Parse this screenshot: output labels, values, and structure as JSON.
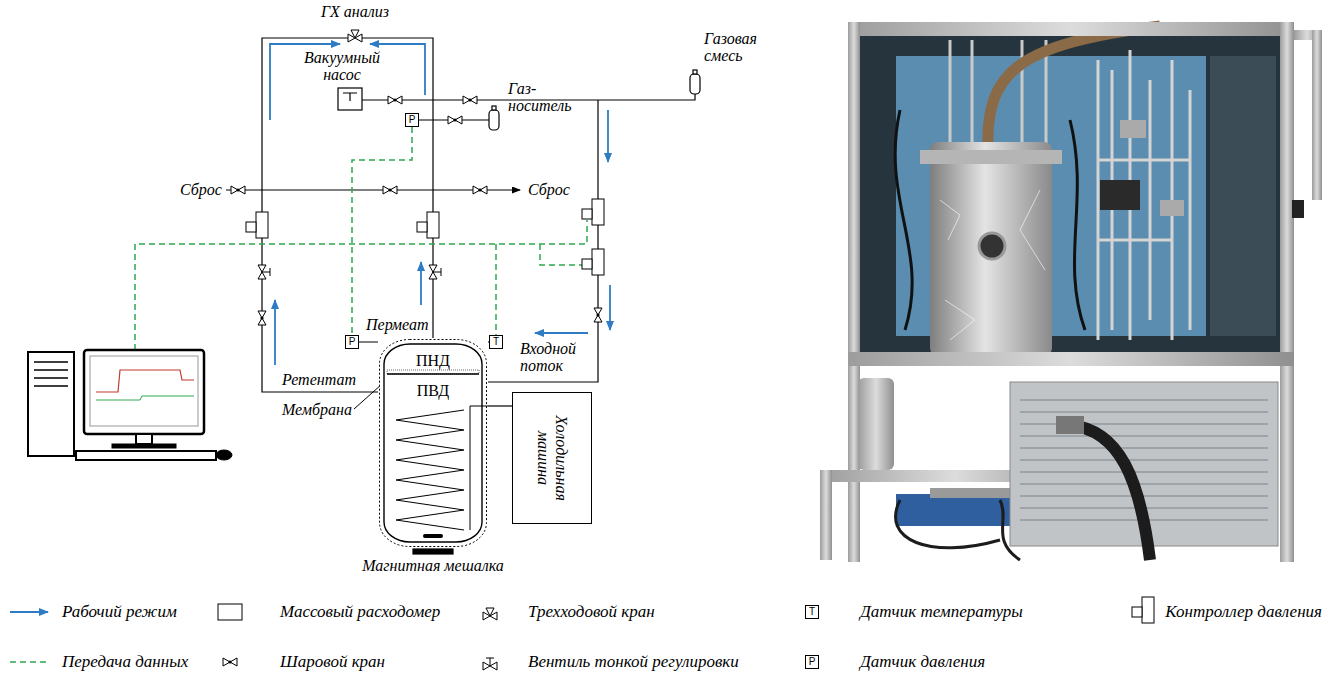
{
  "diagram": {
    "nodes": [
      {
        "text": [
          "P"
        ]
      },
      {
        "text": [
          "P"
        ]
      },
      {
        "text": [
          "T"
        ]
      },
      {
        "text": [
          "ПНД",
          "ПВД"
        ]
      },
      {
        "text": [
          "Холодильная машина"
        ]
      },
      {
        "text": [
          "T"
        ]
      },
      {
        "text": [
          "P"
        ]
      }
    ],
    "edges": [
      {
        "from": 3,
        "to": 4,
        "arrow": "none"
      }
    ],
    "labels": [
      "ГХ анализ",
      "Вакуумный насос",
      "Газовая смесь",
      "Газ-носитель",
      "Сброс",
      "Сброс",
      "Пермеат",
      "Ретентат",
      "Входной поток",
      "Мембрана",
      "Магнитная мешалка"
    ],
    "legend": [
      {
        "text": "Рабочий режим"
      },
      {
        "text": "Массовый расходомер"
      },
      {
        "text": "Трехходовой кран"
      },
      {
        "text": "Датчик температуры"
      },
      {
        "text": "Контроллер давления"
      },
      {
        "text": "Передача данных"
      },
      {
        "text": "Шаровой кран"
      },
      {
        "text": "Вентиль тонкой регулировки"
      },
      {
        "text": "Датчик давления"
      }
    ]
  }
}
